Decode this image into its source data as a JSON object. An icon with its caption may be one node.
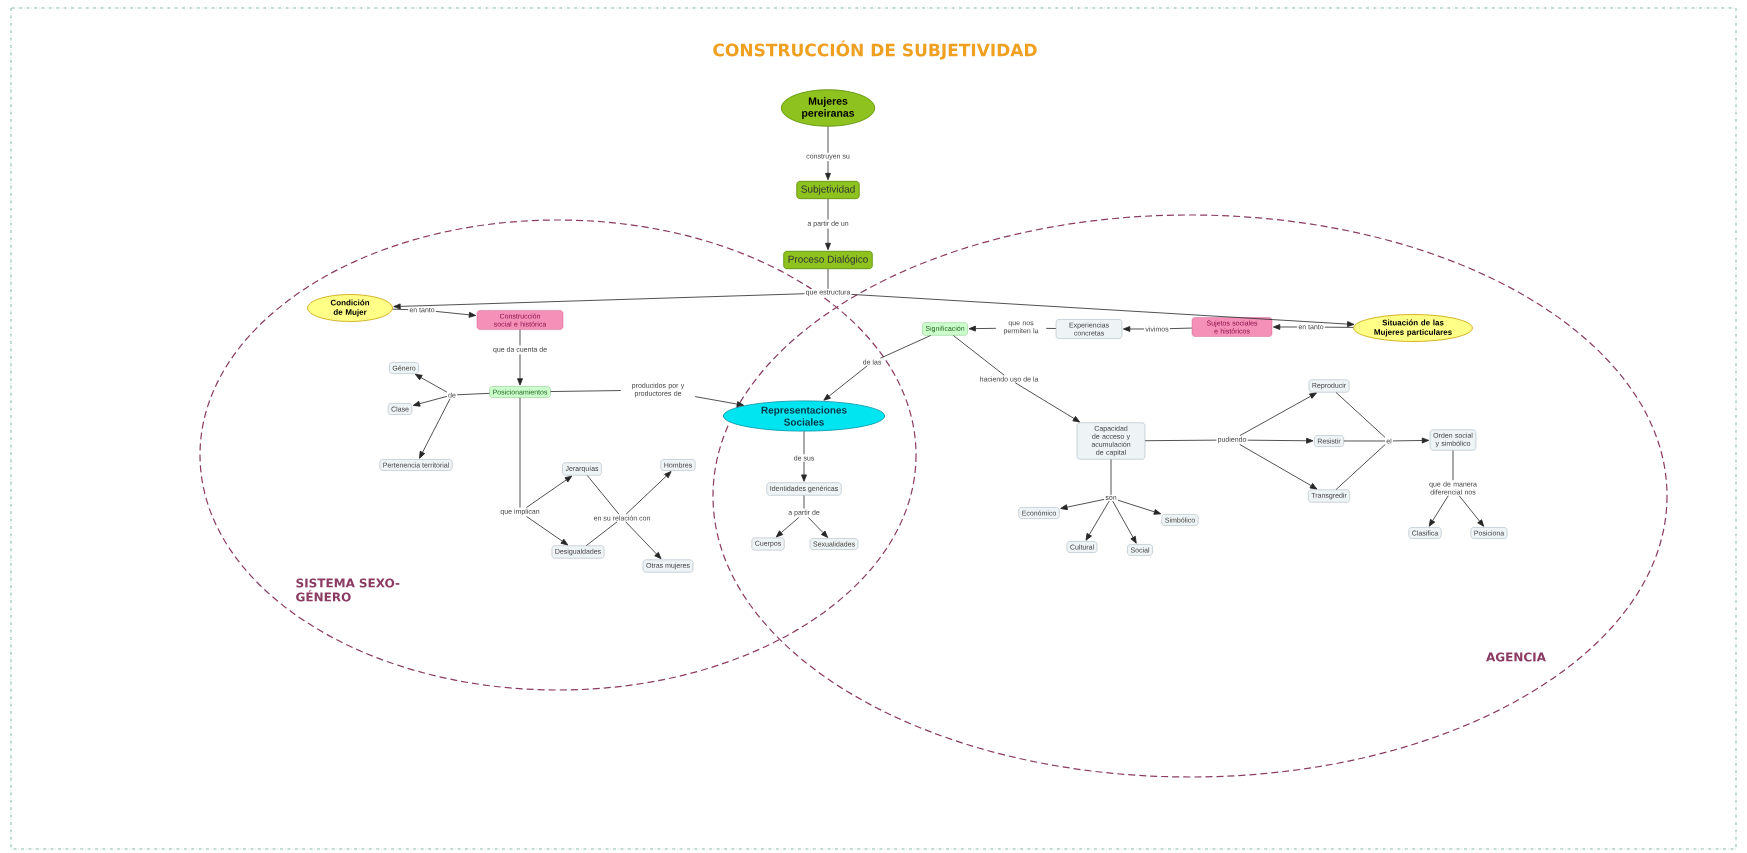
{
  "diagram": {
    "title": "CONSTRUCCIÓN DE SUBJETIVIDAD",
    "nodes": [
      {
        "text": [
          "Mujeres pereiranas"
        ]
      },
      {
        "text": [
          "construyen su"
        ]
      },
      {
        "text": [
          "Subjetividad"
        ]
      },
      {
        "text": [
          "a partir de un"
        ]
      },
      {
        "text": [
          "Proceso Dialógico"
        ]
      },
      {
        "text": [
          "que estructura"
        ]
      },
      {
        "text": [
          "Condición de Mujer"
        ]
      },
      {
        "text": [
          "en tanto"
        ]
      },
      {
        "text": [
          "Construcción social e histórica"
        ]
      },
      {
        "text": [
          "que da cuenta de"
        ]
      },
      {
        "text": [
          "Posicionamientos"
        ]
      },
      {
        "text": [
          "de"
        ]
      },
      {
        "text": [
          "Género"
        ]
      },
      {
        "text": [
          "Clase"
        ]
      },
      {
        "text": [
          "Pertenencia territorial"
        ]
      },
      {
        "text": [
          "producidos por y productores de"
        ]
      },
      {
        "text": [
          "Representaciones Sociales"
        ]
      },
      {
        "text": [
          "que implican"
        ]
      },
      {
        "text": [
          "Jerarquías"
        ]
      },
      {
        "text": [
          "Desigualdades"
        ]
      },
      {
        "text": [
          "en su relación con"
        ]
      },
      {
        "text": [
          "Hombres"
        ]
      },
      {
        "text": [
          "Otras mujeres"
        ]
      },
      {
        "text": [
          "de sus"
        ]
      },
      {
        "text": [
          "Identidades genéricas"
        ]
      },
      {
        "text": [
          "a partir de"
        ]
      },
      {
        "text": [
          "Cuerpos"
        ]
      },
      {
        "text": [
          "Sexualidades"
        ]
      },
      {
        "text": [
          "de las"
        ]
      },
      {
        "text": [
          "Significación"
        ]
      },
      {
        "text": [
          "que nos permiten la"
        ]
      },
      {
        "text": [
          "Experiencias concretas"
        ]
      },
      {
        "text": [
          "vivimos"
        ]
      },
      {
        "text": [
          "Sujetos sociales e históricos"
        ]
      },
      {
        "text": [
          "en tanto"
        ]
      },
      {
        "text": [
          "Situación de las Mujeres particulares"
        ]
      },
      {
        "text": [
          "haciendo uso de la"
        ]
      },
      {
        "text": [
          "Capacidad de acceso y acumulación de capital"
        ]
      },
      {
        "text": [
          "pudiendo"
        ]
      },
      {
        "text": [
          "Reproducir"
        ]
      },
      {
        "text": [
          "Resistir"
        ]
      },
      {
        "text": [
          "Transgredir"
        ]
      },
      {
        "text": [
          "el"
        ]
      },
      {
        "text": [
          "Orden social y simbólico"
        ]
      },
      {
        "text": [
          "que de manera diferencial nos"
        ]
      },
      {
        "text": [
          "Clasifica"
        ]
      },
      {
        "text": [
          "Posiciona"
        ]
      },
      {
        "text": [
          "son"
        ]
      },
      {
        "text": [
          "Económico"
        ]
      },
      {
        "text": [
          "Cultural"
        ]
      },
      {
        "text": [
          "Social"
        ]
      },
      {
        "text": [
          "Simbólico"
        ]
      }
    ],
    "edges": [
      {
        "from": 0,
        "to": 1,
        "arrow": "none"
      },
      {
        "from": 1,
        "to": 2,
        "arrow": "to"
      },
      {
        "from": 2,
        "to": 3,
        "arrow": "none"
      },
      {
        "from": 3,
        "to": 4,
        "arrow": "to"
      },
      {
        "from": 4,
        "to": 5,
        "arrow": "none"
      },
      {
        "from": 5,
        "to": 6,
        "arrow": "to"
      },
      {
        "from": 5,
        "to": 35,
        "arrow": "to"
      },
      {
        "from": 6,
        "to": 7,
        "arrow": "none"
      },
      {
        "from": 7,
        "to": 8,
        "arrow": "to"
      },
      {
        "from": 8,
        "to": 9,
        "arrow": "none"
      },
      {
        "from": 9,
        "to": 10,
        "arrow": "to"
      },
      {
        "from": 10,
        "to": 11,
        "arrow": "none"
      },
      {
        "from": 11,
        "to": 12,
        "arrow": "to"
      },
      {
        "from": 11,
        "to": 13,
        "arrow": "to"
      },
      {
        "from": 11,
        "to": 14,
        "arrow": "to"
      },
      {
        "from": 10,
        "to": 15,
        "arrow": "none"
      },
      {
        "from": 15,
        "to": 16,
        "arrow": "to"
      },
      {
        "from": 10,
        "to": 17,
        "arrow": "none"
      },
      {
        "from": 17,
        "to": 18,
        "arrow": "to"
      },
      {
        "from": 17,
        "to": 19,
        "arrow": "to"
      },
      {
        "from": 18,
        "to": 20,
        "arrow": "none"
      },
      {
        "from": 19,
        "to": 20,
        "arrow": "none"
      },
      {
        "from": 20,
        "to": 21,
        "arrow": "to"
      },
      {
        "from": 20,
        "to": 22,
        "arrow": "to"
      },
      {
        "from": 16,
        "to": 23,
        "arrow": "none"
      },
      {
        "from": 23,
        "to": 24,
        "arrow": "to"
      },
      {
        "from": 24,
        "to": 25,
        "arrow": "none"
      },
      {
        "from": 25,
        "to": 26,
        "arrow": "to"
      },
      {
        "from": 25,
        "to": 27,
        "arrow": "to"
      },
      {
        "from": 29,
        "to": 28,
        "arrow": "none"
      },
      {
        "from": 28,
        "to": 16,
        "arrow": "to"
      },
      {
        "from": 35,
        "to": 34,
        "arrow": "none"
      },
      {
        "from": 34,
        "to": 33,
        "arrow": "to"
      },
      {
        "from": 33,
        "to": 32,
        "arrow": "none"
      },
      {
        "from": 32,
        "to": 31,
        "arrow": "to"
      },
      {
        "from": 31,
        "to": 30,
        "arrow": "none"
      },
      {
        "from": 30,
        "to": 29,
        "arrow": "to"
      },
      {
        "from": 29,
        "to": 36,
        "arrow": "none"
      },
      {
        "from": 36,
        "to": 37,
        "arrow": "to"
      },
      {
        "from": 37,
        "to": 38,
        "arrow": "none"
      },
      {
        "from": 38,
        "to": 39,
        "arrow": "to"
      },
      {
        "from": 38,
        "to": 40,
        "arrow": "to"
      },
      {
        "from": 38,
        "to": 41,
        "arrow": "to"
      },
      {
        "from": 39,
        "to": 42,
        "arrow": "none"
      },
      {
        "from": 40,
        "to": 42,
        "arrow": "none"
      },
      {
        "from": 41,
        "to": 42,
        "arrow": "none"
      },
      {
        "from": 42,
        "to": 43,
        "arrow": "to"
      },
      {
        "from": 43,
        "to": 44,
        "arrow": "none"
      },
      {
        "from": 44,
        "to": 45,
        "arrow": "to"
      },
      {
        "from": 44,
        "to": 46,
        "arrow": "to"
      },
      {
        "from": 37,
        "to": 47,
        "arrow": "none"
      },
      {
        "from": 47,
        "to": 48,
        "arrow": "to"
      },
      {
        "from": 47,
        "to": 49,
        "arrow": "to"
      },
      {
        "from": 47,
        "to": 50,
        "arrow": "to"
      },
      {
        "from": 47,
        "to": 51,
        "arrow": "to"
      }
    ],
    "labels": [
      "SISTEMA SEXO-GÉNERO",
      "AGENCIA"
    ]
  }
}
